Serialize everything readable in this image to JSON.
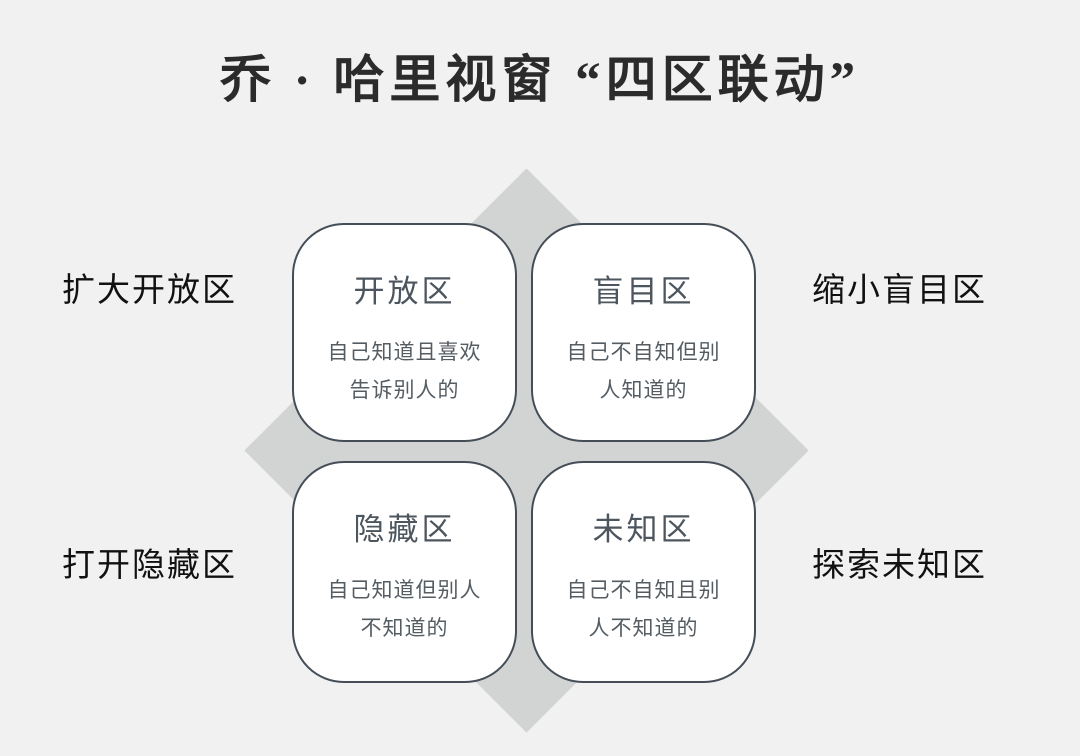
{
  "title": "乔 · 哈里视窗 “四区联动”",
  "quadrants": [
    {
      "id": "open-area",
      "name": "开放区",
      "desc_lines": [
        "自己知道且喜欢",
        "告诉别人的"
      ]
    },
    {
      "id": "blind-area",
      "name": "盲目区",
      "desc_lines": [
        "自己不自知但别",
        "人知道的"
      ]
    },
    {
      "id": "hidden-area",
      "name": "隐藏区",
      "desc_lines": [
        "自己知道但别人",
        "不知道的"
      ]
    },
    {
      "id": "unknown-area",
      "name": "未知区",
      "desc_lines": [
        "自己不自知且别",
        "人不知道的"
      ]
    }
  ],
  "side_labels": {
    "top_left": "扩大开放区",
    "top_right": "缩小盲目区",
    "bottom_left": "打开隐藏区",
    "bottom_right": "探索未知区"
  },
  "colors": {
    "bg": "#f1f1f2",
    "diamond": "#d2d4d4",
    "card-border": "#454e57",
    "card-bg": "#ffffff",
    "card-title": "#4d565e",
    "card-text": "#555d63",
    "title-color": "#2b2b2b",
    "label-color": "#111111"
  }
}
